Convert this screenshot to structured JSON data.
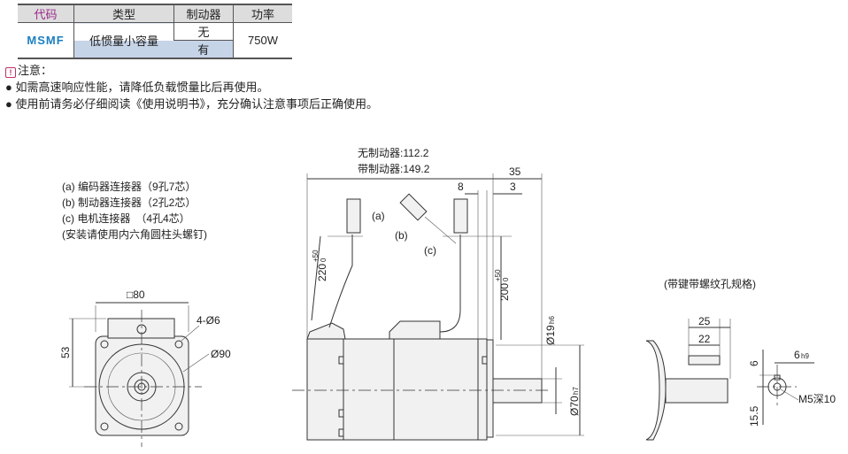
{
  "table": {
    "headers": [
      "代码",
      "类型",
      "制动器",
      "功率"
    ],
    "code": "MSMF",
    "type": "低惯量小容量",
    "brake_options": [
      "无",
      "有"
    ],
    "power": "750W"
  },
  "notes": {
    "title": "注意：",
    "icon": "warning-icon",
    "items": [
      "如需高速响应性能，请降低负载惯量比后再使用。",
      "使用前请务必仔细阅读《使用说明书》，充分确认注意事项后正确使用。"
    ]
  },
  "legend": [
    "(a) 编码器连接器（9孔7芯）",
    "(b) 制动器连接器（2孔2芯）",
    "(c) 电机连接器　（4孔4芯）",
    "(安装请使用内六角圆柱头螺钉)"
  ],
  "front_view": {
    "square": "□80",
    "holes": "4-Ø6",
    "pcd": "Ø90",
    "height": "53"
  },
  "side_view": {
    "len_no_brake": "无制动器:112.2",
    "len_brake": "带制动器:149.2",
    "shaft_len": "35",
    "d8": "8",
    "d3": "3",
    "cable_a": "220",
    "cable_c": "200",
    "tol_plus": "+50",
    "tol_zero": "0",
    "shaft_dia": "Ø19",
    "shaft_tol": "h6",
    "spigot_dia": "Ø70",
    "spigot_tol": "h7",
    "label_a": "(a)",
    "label_b": "(b)",
    "label_c": "(c)"
  },
  "key_view": {
    "title": "(带键带螺纹孔规格)",
    "d25": "25",
    "d22": "22",
    "key_w": "6",
    "key_tol": "h9",
    "d6": "6",
    "d15": "15.5",
    "thread": "M5深10"
  }
}
